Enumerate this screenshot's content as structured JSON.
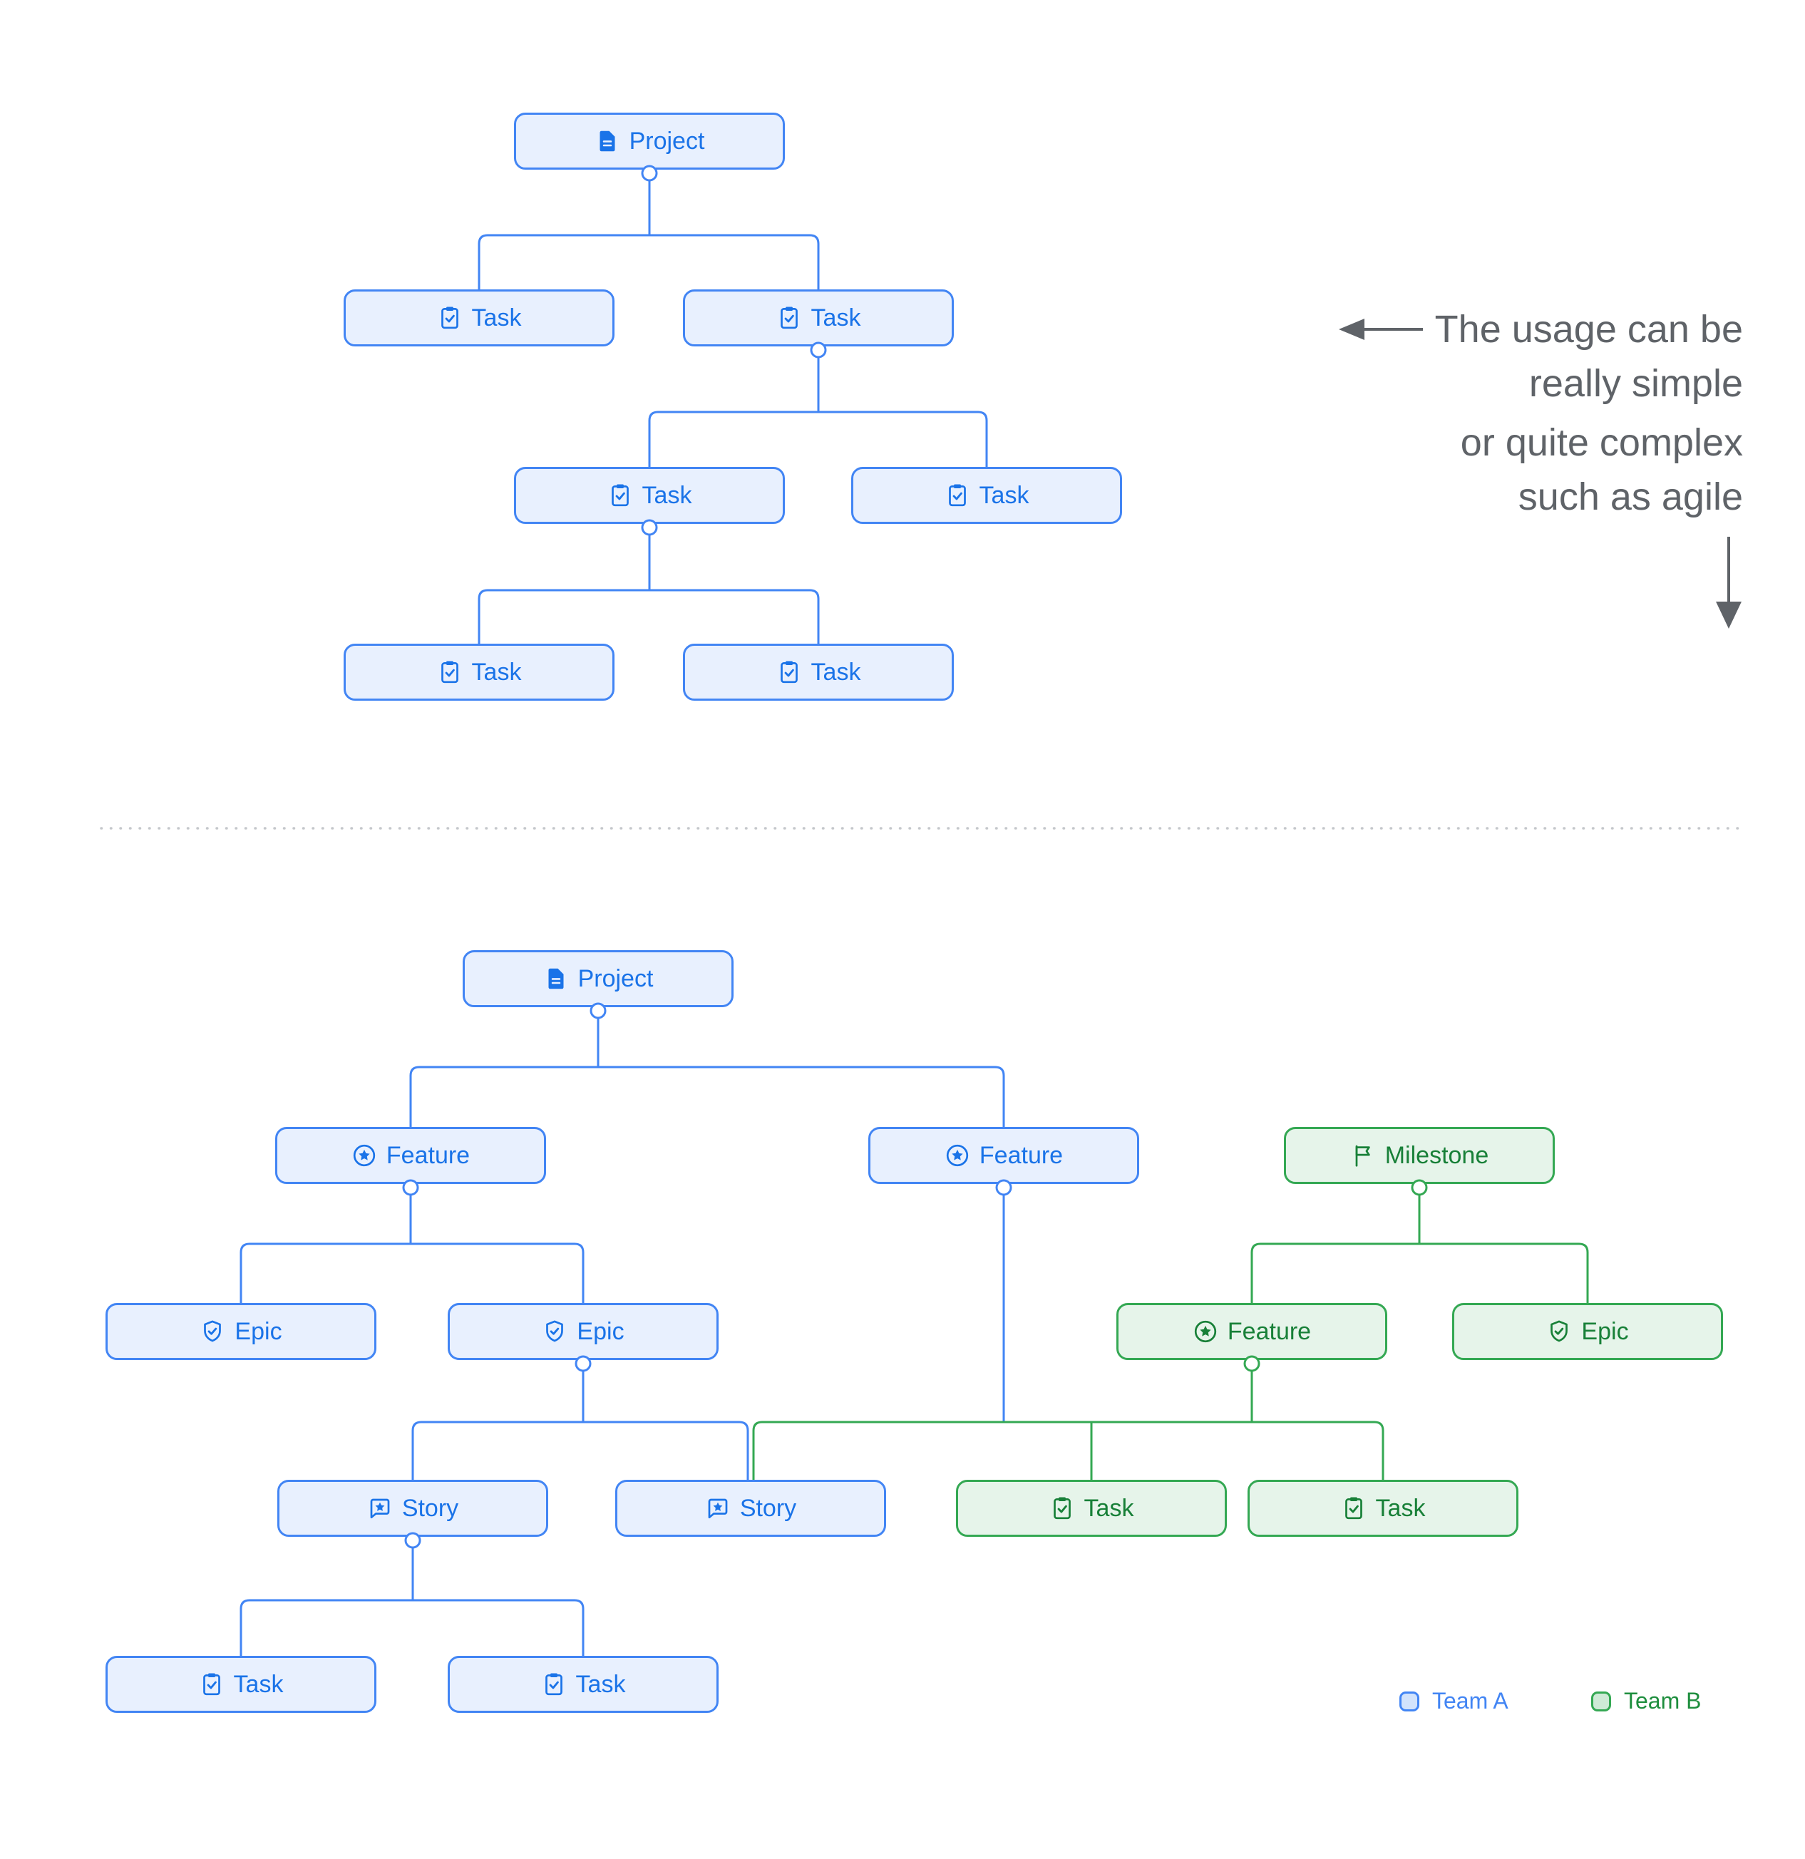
{
  "colors": {
    "blue-border": "#4285F4",
    "blue-fill": "#E8F0FE",
    "blue-text": "#1A73E8",
    "green-border": "#34A853",
    "green-fill": "#E6F4EA",
    "green-text": "#188038",
    "gray-text": "#5F6368",
    "separator": "#C4C7CB",
    "canvas-bg": "#FFFFFF",
    "legend-a": "#4285F4",
    "legend-b": "#1E8E3E",
    "swatch-a-fill": "#D2E3FC",
    "swatch-b-fill": "#CEEAD6"
  },
  "labels": {
    "project": "Project",
    "task": "Task",
    "feature": "Feature",
    "epic": "Epic",
    "story": "Story",
    "milestone": "Milestone"
  },
  "annotations": {
    "simple": {
      "line1": "The usage can be",
      "line2": "really simple"
    },
    "complex": {
      "line1": "or quite complex",
      "line2": "such as agile"
    }
  },
  "legend": {
    "team_a": "Team A",
    "team_b": "Team B"
  },
  "icons": {
    "project": "document-icon",
    "task": "task-checklist-icon",
    "feature": "star-circle-icon",
    "epic": "shield-check-icon",
    "story": "speech-bubble-star-icon",
    "milestone": "flag-icon"
  },
  "diagram_data": {
    "type": "hierarchy-diagram",
    "simple_tree": {
      "team": "Team A",
      "nodes": [
        {
          "id": "project",
          "label": "Project"
        },
        {
          "id": "task-1",
          "label": "Task"
        },
        {
          "id": "task-2",
          "label": "Task"
        },
        {
          "id": "task-3",
          "label": "Task"
        },
        {
          "id": "task-4",
          "label": "Task"
        },
        {
          "id": "task-5",
          "label": "Task"
        },
        {
          "id": "task-6",
          "label": "Task"
        }
      ],
      "edges": [
        [
          "project",
          "task-1"
        ],
        [
          "project",
          "task-2"
        ],
        [
          "task-2",
          "task-3"
        ],
        [
          "task-2",
          "task-4"
        ],
        [
          "task-3",
          "task-5"
        ],
        [
          "task-3",
          "task-6"
        ]
      ]
    },
    "complex_tree": {
      "nodes": [
        {
          "id": "project",
          "label": "Project",
          "team": "Team A"
        },
        {
          "id": "feature-1",
          "label": "Feature",
          "team": "Team A"
        },
        {
          "id": "feature-2",
          "label": "Feature",
          "team": "Team A"
        },
        {
          "id": "milestone",
          "label": "Milestone",
          "team": "Team B"
        },
        {
          "id": "epic-1",
          "label": "Epic",
          "team": "Team A"
        },
        {
          "id": "epic-2",
          "label": "Epic",
          "team": "Team A"
        },
        {
          "id": "feature-3",
          "label": "Feature",
          "team": "Team B"
        },
        {
          "id": "epic-3",
          "label": "Epic",
          "team": "Team B"
        },
        {
          "id": "story-1",
          "label": "Story",
          "team": "Team A"
        },
        {
          "id": "story-2",
          "label": "Story",
          "team": "Team A"
        },
        {
          "id": "task-green-1",
          "label": "Task",
          "team": "Team B"
        },
        {
          "id": "task-green-2",
          "label": "Task",
          "team": "Team B"
        },
        {
          "id": "task-blue-1",
          "label": "Task",
          "team": "Team A"
        },
        {
          "id": "task-blue-2",
          "label": "Task",
          "team": "Team A"
        }
      ],
      "edges": [
        [
          "project",
          "feature-1"
        ],
        [
          "project",
          "feature-2"
        ],
        [
          "feature-1",
          "epic-1"
        ],
        [
          "feature-1",
          "epic-2"
        ],
        [
          "milestone",
          "feature-3"
        ],
        [
          "milestone",
          "epic-3"
        ],
        [
          "epic-2",
          "story-1"
        ],
        [
          "epic-2",
          "story-2"
        ],
        [
          "feature-2",
          "story-2"
        ],
        [
          "feature-2",
          "task-green-1"
        ],
        [
          "feature-2",
          "task-green-2"
        ],
        [
          "feature-3",
          "task-green-1"
        ],
        [
          "feature-3",
          "task-green-2"
        ],
        [
          "story-1",
          "task-blue-1"
        ],
        [
          "story-1",
          "task-blue-2"
        ]
      ]
    }
  }
}
